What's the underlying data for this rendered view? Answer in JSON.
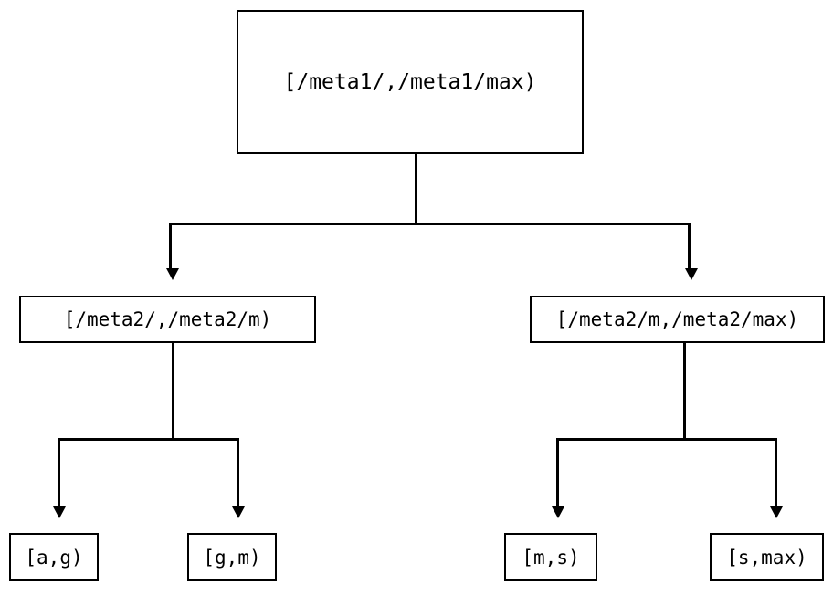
{
  "diagram": {
    "type": "tree",
    "title": "",
    "orientation": "top-down",
    "colors": {
      "background": "#ffffff",
      "stroke": "#000000",
      "text": "#000000"
    },
    "nodes": {
      "root": {
        "label": "[/meta1/,/meta1/max)",
        "level": 0
      },
      "mid_left": {
        "label": "[/meta2/,/meta2/m)",
        "level": 1
      },
      "mid_right": {
        "label": "[/meta2/m,/meta2/max)",
        "level": 1
      },
      "leaf_1": {
        "label": "[a,g)",
        "level": 2
      },
      "leaf_2": {
        "label": "[g,m)",
        "level": 2
      },
      "leaf_3": {
        "label": "[m,s)",
        "level": 2
      },
      "leaf_4": {
        "label": "[s,max)",
        "level": 2
      }
    },
    "edges": [
      {
        "from": "root",
        "to": "mid_left",
        "arrow": "down"
      },
      {
        "from": "root",
        "to": "mid_right",
        "arrow": "down"
      },
      {
        "from": "mid_left",
        "to": "leaf_1",
        "arrow": "down"
      },
      {
        "from": "mid_left",
        "to": "leaf_2",
        "arrow": "down"
      },
      {
        "from": "mid_right",
        "to": "leaf_3",
        "arrow": "down"
      },
      {
        "from": "mid_right",
        "to": "leaf_4",
        "arrow": "down"
      }
    ]
  }
}
